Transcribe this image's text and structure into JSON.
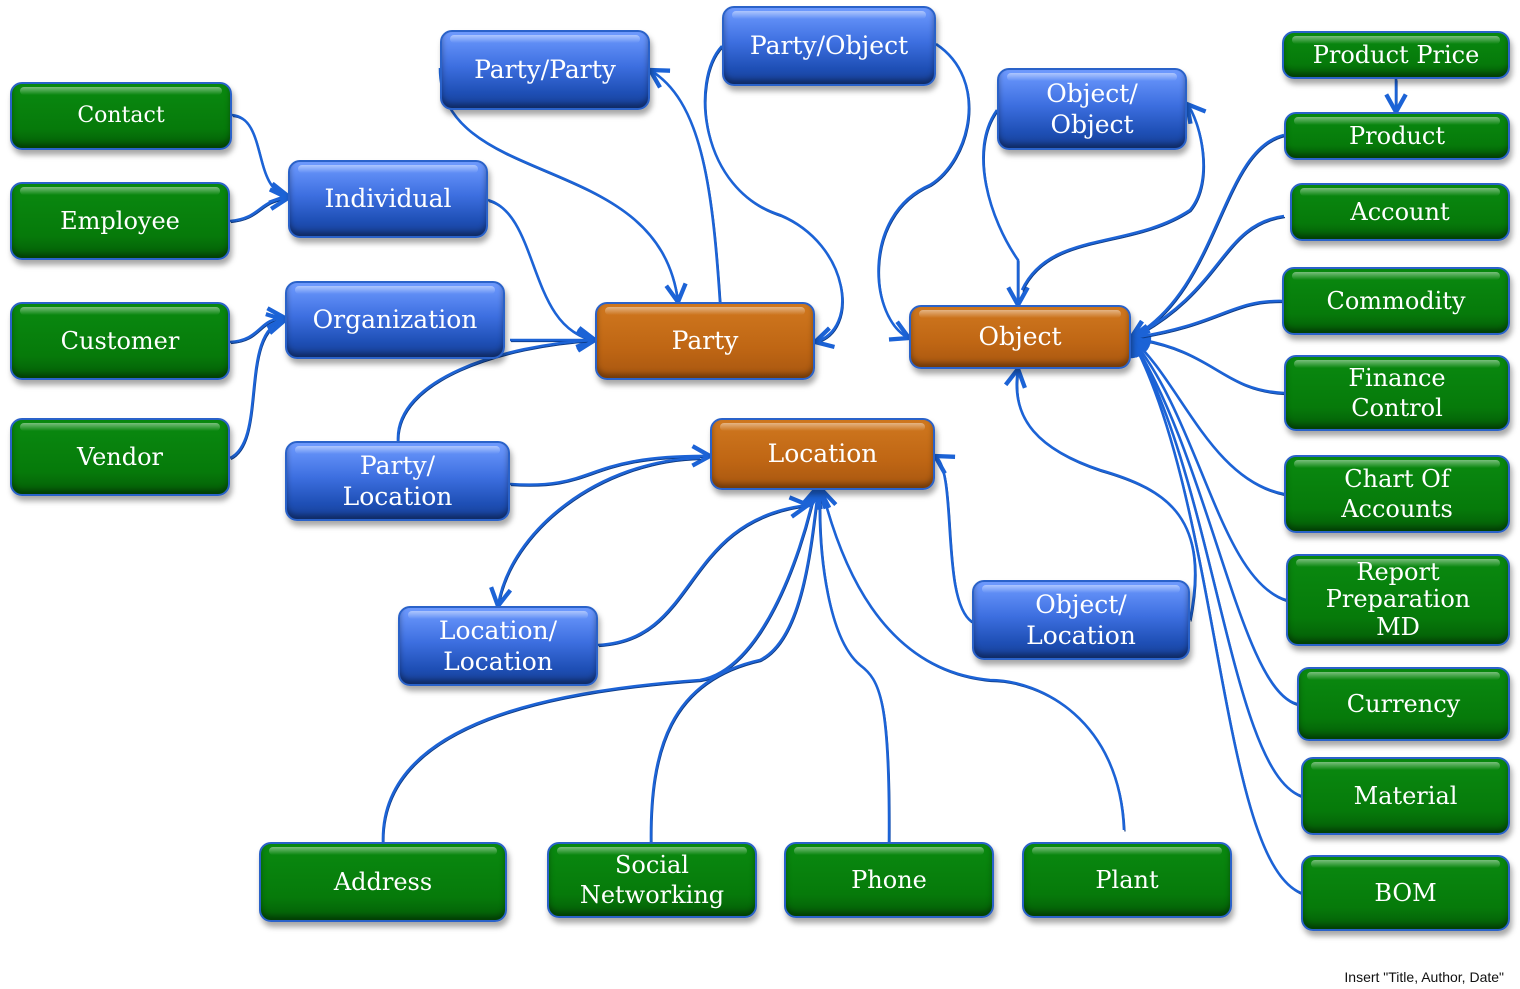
{
  "diagram": {
    "colors": {
      "entity_green": "#078a0c",
      "link_blue": "#3d6fe0",
      "core_orange": "#bf6614",
      "connector": "#1c63d6"
    },
    "nodes": {
      "contact": {
        "label": "Contact",
        "type": "master-data"
      },
      "employee": {
        "label": "Employee",
        "type": "master-data"
      },
      "customer": {
        "label": "Customer",
        "type": "master-data"
      },
      "vendor": {
        "label": "Vendor",
        "type": "master-data"
      },
      "individual": {
        "label": "Individual",
        "type": "subtype"
      },
      "organization": {
        "label": "Organization",
        "type": "subtype"
      },
      "party_party": {
        "label": "Party/Party",
        "type": "relationship"
      },
      "party_object": {
        "label": "Party/Object",
        "type": "relationship"
      },
      "object_object": {
        "label": "Object/\nObject",
        "type": "relationship"
      },
      "party_location": {
        "label": "Party/\nLocation",
        "type": "relationship"
      },
      "location_location": {
        "label": "Location/\nLocation",
        "type": "relationship"
      },
      "object_location": {
        "label": "Object/\nLocation",
        "type": "relationship"
      },
      "party": {
        "label": "Party",
        "type": "core"
      },
      "object": {
        "label": "Object",
        "type": "core"
      },
      "location": {
        "label": "Location",
        "type": "core"
      },
      "product_price": {
        "label": "Product Price",
        "type": "master-data"
      },
      "product": {
        "label": "Product",
        "type": "master-data"
      },
      "account": {
        "label": "Account",
        "type": "master-data"
      },
      "commodity": {
        "label": "Commodity",
        "type": "master-data"
      },
      "finance_control": {
        "label": "Finance\nControl",
        "type": "master-data"
      },
      "chart_of_accounts": {
        "label": "Chart Of\nAccounts",
        "type": "master-data"
      },
      "report_preparation_md": {
        "label": "Report\nPreparation\nMD",
        "type": "master-data"
      },
      "currency": {
        "label": "Currency",
        "type": "master-data"
      },
      "material": {
        "label": "Material",
        "type": "master-data"
      },
      "bom": {
        "label": "BOM",
        "type": "master-data"
      },
      "address": {
        "label": "Address",
        "type": "master-data"
      },
      "social_networking": {
        "label": "Social\nNetworking",
        "type": "master-data"
      },
      "phone": {
        "label": "Phone",
        "type": "master-data"
      },
      "plant": {
        "label": "Plant",
        "type": "master-data"
      }
    },
    "edges": [
      {
        "from": "contact",
        "to": "individual"
      },
      {
        "from": "employee",
        "to": "individual"
      },
      {
        "from": "customer",
        "to": "organization"
      },
      {
        "from": "vendor",
        "to": "organization"
      },
      {
        "from": "individual",
        "to": "party"
      },
      {
        "from": "organization",
        "to": "party"
      },
      {
        "from": "party_party",
        "to": "party"
      },
      {
        "from": "party",
        "to": "party_party"
      },
      {
        "from": "party_object",
        "to": "party"
      },
      {
        "from": "party_object",
        "to": "object"
      },
      {
        "from": "object_object",
        "to": "object"
      },
      {
        "from": "object",
        "to": "object_object"
      },
      {
        "from": "party_location",
        "to": "party"
      },
      {
        "from": "party_location",
        "to": "location"
      },
      {
        "from": "location",
        "to": "location_location"
      },
      {
        "from": "location_location",
        "to": "location"
      },
      {
        "from": "object_location",
        "to": "location"
      },
      {
        "from": "object_location",
        "to": "object"
      },
      {
        "from": "product_price",
        "to": "product"
      },
      {
        "from": "product",
        "to": "object"
      },
      {
        "from": "account",
        "to": "object"
      },
      {
        "from": "commodity",
        "to": "object"
      },
      {
        "from": "finance_control",
        "to": "object"
      },
      {
        "from": "chart_of_accounts",
        "to": "object"
      },
      {
        "from": "report_preparation_md",
        "to": "object"
      },
      {
        "from": "currency",
        "to": "object"
      },
      {
        "from": "material",
        "to": "object"
      },
      {
        "from": "bom",
        "to": "object"
      },
      {
        "from": "address",
        "to": "location"
      },
      {
        "from": "social_networking",
        "to": "location"
      },
      {
        "from": "phone",
        "to": "location"
      },
      {
        "from": "plant",
        "to": "location"
      }
    ]
  },
  "footer": {
    "text": "Insert \"Title, Author, Date\""
  }
}
